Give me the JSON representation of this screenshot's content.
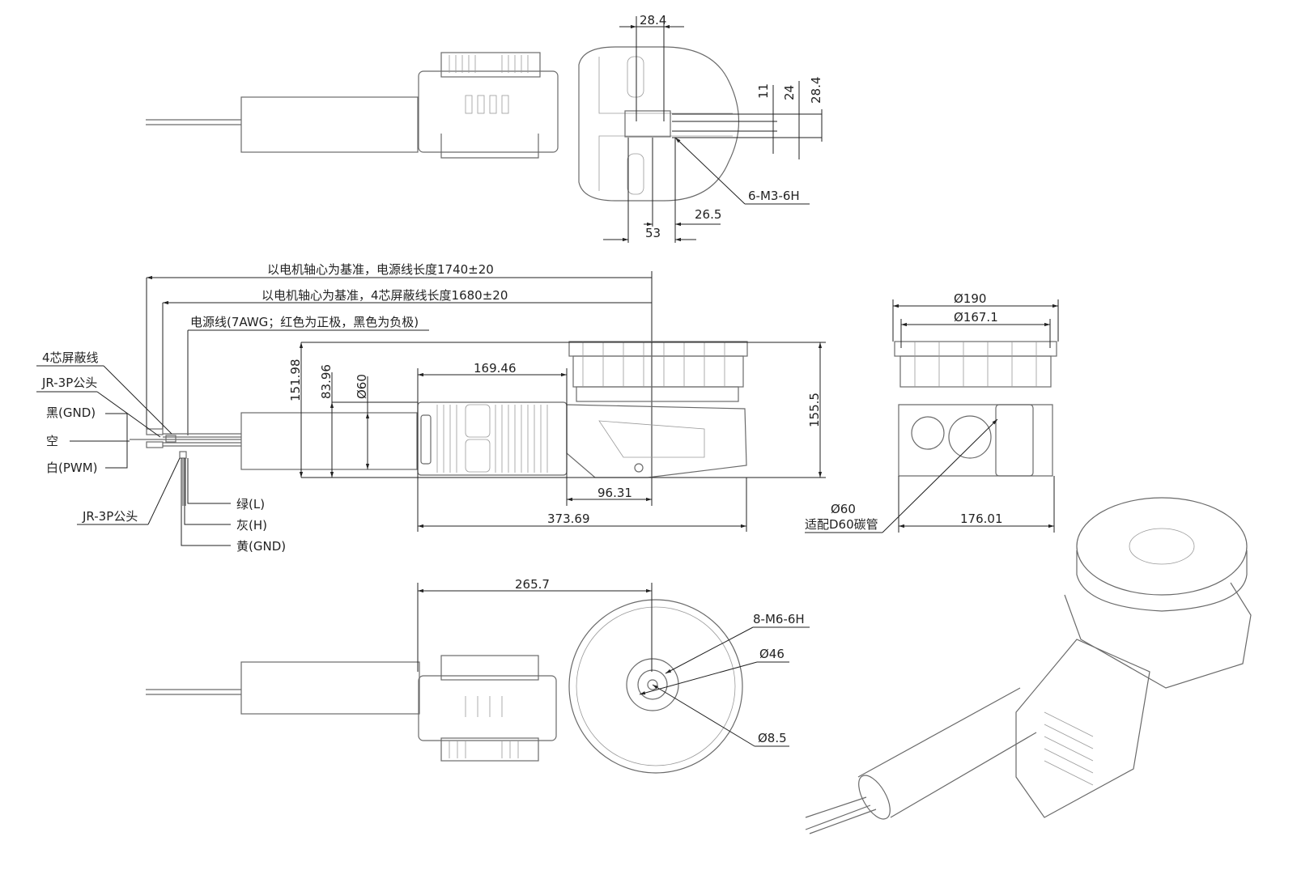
{
  "top_view": {
    "dim_top": "28.4",
    "dim_11": "11",
    "dim_24": "24",
    "dim_right": "28.4",
    "thread_label": "6-M3-6H",
    "dim_26_5": "26.5",
    "dim_53": "53"
  },
  "front_view": {
    "power_cable_length": "以电机轴心为基准，电源线长度1740±20",
    "shield_cable_length": "以电机轴心为基准，4芯屏蔽线长度1680±20",
    "power_cable_note": "电源线(7AWG；红色为正极，黑色为负极)",
    "shield_cable": "4芯屏蔽线",
    "connector_top": "JR-3P公头",
    "wire_black": "黑(GND)",
    "wire_empty": "空",
    "wire_white": "白(PWM)",
    "connector_bottom": "JR-3P公头",
    "wire_green": "绿(L)",
    "wire_gray": "灰(H)",
    "wire_yellow": "黄(GND)",
    "dim_151_98": "151.98",
    "dim_83_96": "83.96",
    "dim_phi60": "Ø60",
    "dim_169_46": "169.46",
    "dim_155_5": "155.5",
    "dim_96_31": "96.31",
    "dim_373_69": "373.69"
  },
  "side_view": {
    "dim_phi190": "Ø190",
    "dim_phi167_1": "Ø167.1",
    "dim_176_01": "176.01",
    "tube_phi": "Ø60",
    "tube_note": "适配D60碳管"
  },
  "bottom_view": {
    "dim_265_7": "265.7",
    "thread_label": "8-M6-6H",
    "dim_phi46": "Ø46",
    "dim_phi8_5": "Ø8.5"
  }
}
